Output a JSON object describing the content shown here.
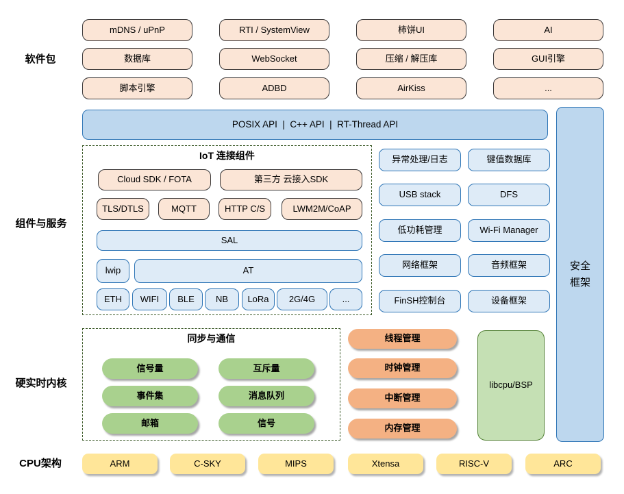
{
  "colors": {
    "peach_fill": "#FBE5D6",
    "peach_border": "#3B3838",
    "blue_fill": "#DEEBF7",
    "blue_border": "#2E75B6",
    "bar_fill": "#BDD7EE",
    "green_pill": "#A9D18E",
    "orange_pill": "#F4B183",
    "yellow_fill": "#FFE699",
    "libcpu_fill": "#C5E0B4",
    "libcpu_border": "#538135",
    "dash_border": "#375623"
  },
  "section_labels": {
    "software": "软件包",
    "components": "组件与服务",
    "kernel": "硬实时内核",
    "cpu": "CPU架构"
  },
  "software_packages": {
    "items": [
      "mDNS / uPnP",
      "RTI / SystemView",
      "柿饼UI",
      "AI",
      "数据库",
      "WebSocket",
      "压缩 / 解压库",
      "GUI引擎",
      "脚本引擎",
      "ADBD",
      "AirKiss",
      "..."
    ]
  },
  "api_bar": {
    "label": "POSIX API  |  C++ API  |  RT-Thread API"
  },
  "security_bar": {
    "line1": "安全",
    "line2": "框架"
  },
  "iot": {
    "title": "IoT 连接组件",
    "cloud_sdk": "Cloud SDK / FOTA",
    "third_party_sdk": "第三方 云接入SDK",
    "protocols": [
      "TLS/DTLS",
      "MQTT",
      "HTTP C/S",
      "LWM2M/CoAP"
    ],
    "sal": "SAL",
    "lwip": "lwip",
    "at": "AT",
    "links": [
      "ETH",
      "WIFI",
      "BLE",
      "NB",
      "LoRa",
      "2G/4G",
      "..."
    ]
  },
  "services": {
    "items": [
      "异常处理/日志",
      "键值数据库",
      "USB stack",
      "DFS",
      "低功耗管理",
      "Wi-Fi Manager",
      "网络框架",
      "音频框架",
      "FinSH控制台",
      "设备框架"
    ]
  },
  "sync": {
    "title": "同步与通信",
    "items": [
      "信号量",
      "互斥量",
      "事件集",
      "消息队列",
      "邮箱",
      "信号"
    ]
  },
  "kernel_mgmt": {
    "items": [
      "线程管理",
      "时钟管理",
      "中断管理",
      "内存管理"
    ]
  },
  "libcpu": {
    "label": "libcpu/BSP"
  },
  "cpu_archs": {
    "items": [
      "ARM",
      "C-SKY",
      "MIPS",
      "Xtensa",
      "RISC-V",
      "ARC"
    ]
  }
}
